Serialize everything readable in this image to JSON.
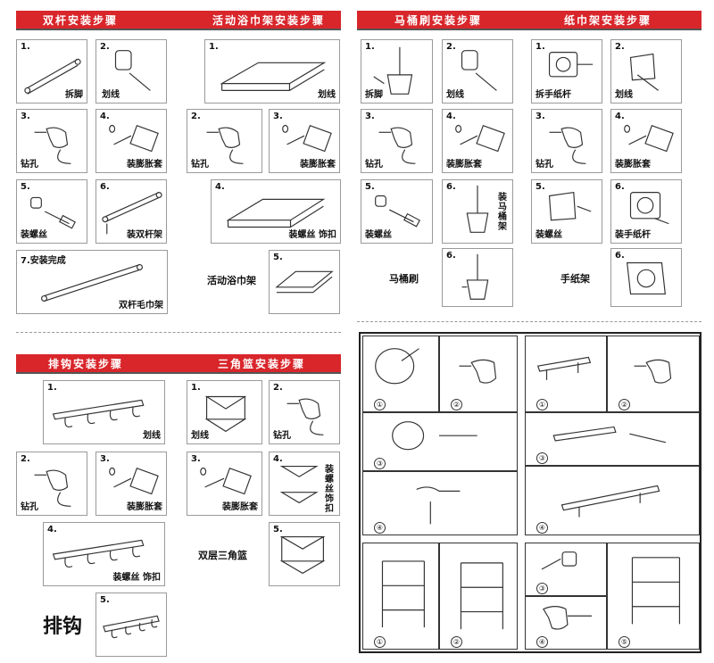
{
  "headers": {
    "double_rod": "双杆安装步骤",
    "towel_rack": "活动浴巾架安装步骤",
    "toilet_brush": "马桶刷安装步骤",
    "paper_holder": "纸巾架安装步骤",
    "hook": "排钩安装步骤",
    "corner_basket": "三角篮安装步骤"
  },
  "double_rod_steps": [
    {
      "num": "1.",
      "label": "拆脚"
    },
    {
      "num": "2.",
      "label": "划线"
    },
    {
      "num": "3.",
      "label": "钻孔"
    },
    {
      "num": "4.",
      "label": "装膨胀套"
    },
    {
      "num": "5.",
      "label": "装螺丝"
    },
    {
      "num": "6.",
      "label": "装双杆架"
    },
    {
      "num": "7.安装完成",
      "label": "双杆毛巾架"
    }
  ],
  "towel_rack_steps": [
    {
      "num": "1.",
      "label": "划线"
    },
    {
      "num": "2.",
      "label": "钻孔"
    },
    {
      "num": "3.",
      "label": "装膨胀套"
    },
    {
      "num": "4.",
      "label": "装螺丝 饰扣"
    },
    {
      "num": "5.",
      "label": ""
    }
  ],
  "towel_rack_caption": "活动浴巾架",
  "toilet_brush_steps": [
    {
      "num": "1.",
      "label": "拆脚"
    },
    {
      "num": "2.",
      "label": "划线"
    },
    {
      "num": "3.",
      "label": "钻孔"
    },
    {
      "num": "4.",
      "label": "装膨胀套"
    },
    {
      "num": "5.",
      "label": "装螺丝"
    },
    {
      "num": "6.",
      "label": "装马桶架"
    },
    {
      "num": "6.",
      "label": ""
    }
  ],
  "toilet_brush_caption": "马桶刷",
  "paper_holder_steps": [
    {
      "num": "1.",
      "label": "拆手纸杆"
    },
    {
      "num": "2.",
      "label": "划线"
    },
    {
      "num": "3.",
      "label": "钻孔"
    },
    {
      "num": "4.",
      "label": "装膨胀套"
    },
    {
      "num": "5.",
      "label": "装螺丝"
    },
    {
      "num": "6.",
      "label": "装手纸杆"
    },
    {
      "num": "6.",
      "label": ""
    }
  ],
  "paper_holder_caption": "手纸架",
  "hook_steps": [
    {
      "num": "1.",
      "label": "划线"
    },
    {
      "num": "2.",
      "label": "钻孔"
    },
    {
      "num": "3.",
      "label": "装膨胀套"
    },
    {
      "num": "4.",
      "label": "装螺丝 饰扣"
    },
    {
      "num": "5.",
      "label": ""
    }
  ],
  "hook_caption": "排钩",
  "basket_steps": [
    {
      "num": "1.",
      "label": "划线"
    },
    {
      "num": "2.",
      "label": "钻孔"
    },
    {
      "num": "3.",
      "label": "装膨胀套"
    },
    {
      "num": "4.",
      "label": "装螺丝饰扣"
    },
    {
      "num": "5.",
      "label": ""
    }
  ],
  "basket_caption": "双层三角篮",
  "circled": [
    "①",
    "②",
    "③",
    "④",
    "⑤"
  ],
  "colors": {
    "header_red": "#d8262b",
    "border": "#9a9a9a"
  }
}
